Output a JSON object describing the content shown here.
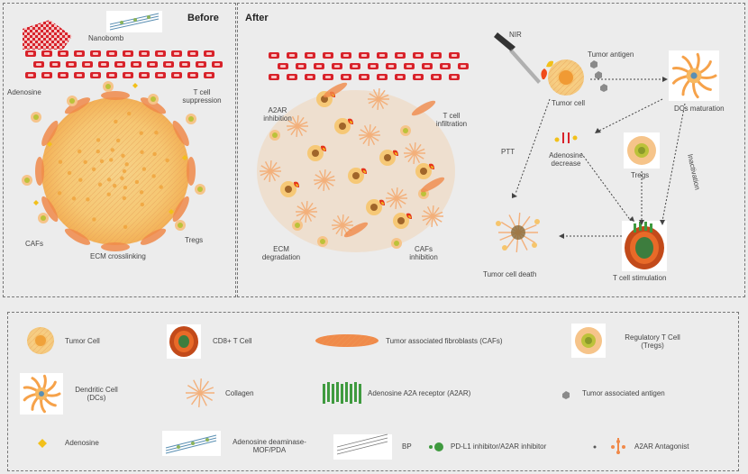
{
  "panels": {
    "before": {
      "title": "Before",
      "labels": {
        "nanobomb": "Nanobomb",
        "adenosine": "Adenosine",
        "t_cell_suppression": "T cell suppression",
        "cafs": "CAFs",
        "tregs": "Tregs",
        "ecm_crosslinking": "ECM crosslinking"
      }
    },
    "after": {
      "title": "After",
      "labels": {
        "a2ar_inhibition": "A2AR inhibition",
        "t_cell_infiltration": "T cell infiltration",
        "ecm_degradation": "ECM degradation",
        "cafs_inhibition": "CAFs inhibition",
        "nir": "NIR",
        "tumor_cell": "Tumor cell",
        "tumor_antigen": "Tumor antigen",
        "dcs_maturation": "DCs maturation",
        "ptt": "PTT",
        "adenosine_decrease": "Adenosine decrease",
        "tregs": "Tregs",
        "tregs_arrow": "Inactivation",
        "tumor_cell_death": "Tumor cell death",
        "t_cell_stimulation": "T cell stimulation"
      }
    }
  },
  "legend": {
    "items": [
      {
        "label": "Tumor Cell"
      },
      {
        "label": "CD8+ T Cell"
      },
      {
        "label": "Tumor associated fibroblasts (CAFs)"
      },
      {
        "label": "Regulatory T Cell (Tregs)"
      },
      {
        "label": "Dendritic Cell (DCs)"
      },
      {
        "label": "Collagen"
      },
      {
        "label": "Adenosine A2A receptor (A2AR)"
      },
      {
        "label": "Tumor associated antigen"
      },
      {
        "label": "Adenosine"
      },
      {
        "label": "Adenosine deaminase-MOF/PDA"
      },
      {
        "label": "BP"
      },
      {
        "label": "PD-L1 inhibitor/A2AR inhibitor"
      },
      {
        "label": "A2AR Antagonist"
      }
    ]
  },
  "colors": {
    "tumor": "#f6c56c",
    "tumor_core": "#f0a23a",
    "caf": "#f08a4a",
    "tcell_outer": "#c24a1a",
    "tcell_inner": "#3d7d3e",
    "treg": "#bcc23a",
    "dc": "#f6a24a",
    "collagen": "#f3b07b",
    "receptor": "#3f9a3f",
    "antigen": "#8a8a8a",
    "cell_row": "#d8222a",
    "adenosine": "#f2c01a"
  }
}
